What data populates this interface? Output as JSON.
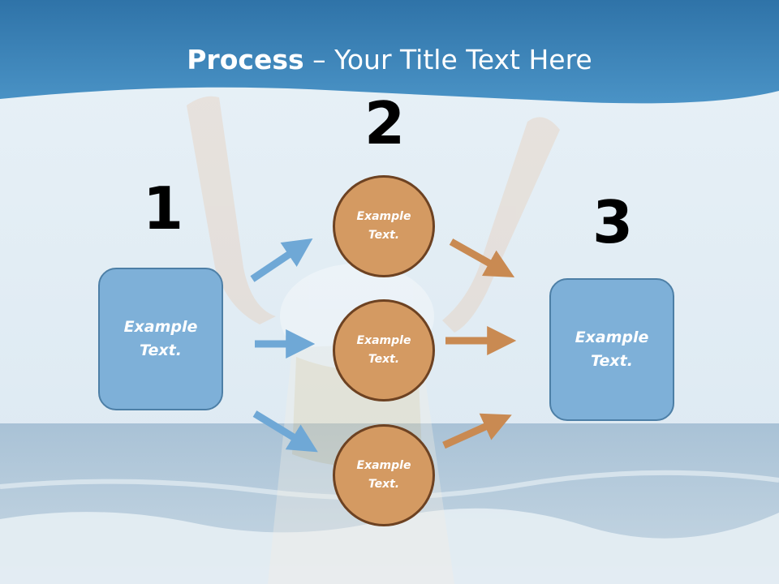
{
  "title": {
    "bold": "Process",
    "rest": " – Your Title Text Here"
  },
  "steps": {
    "one": {
      "number": "1",
      "label": "Example\nText."
    },
    "two": {
      "number": "2",
      "label": "Example\nText."
    },
    "three": {
      "number": "3",
      "label": "Example\nText."
    }
  },
  "circles": [
    {
      "label": "Example\nText."
    },
    {
      "label": "Example\nText."
    },
    {
      "label": "Example\nText."
    }
  ],
  "colors": {
    "header": "#3f86bc",
    "box": "#7eb0d8",
    "circle": "#d49a62",
    "arrow_blue": "#6fa8d6",
    "arrow_orange": "#c98a52"
  }
}
